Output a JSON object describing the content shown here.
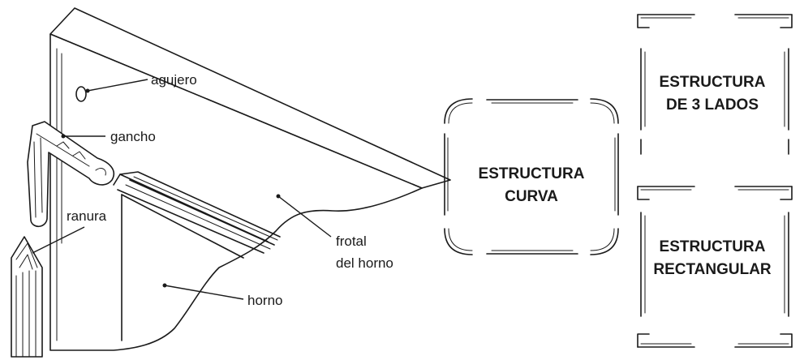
{
  "labels": {
    "hole": "agujero",
    "hook": "gancho",
    "groove": "ranura",
    "oven_front_line1": "frotal",
    "oven_front_line2": "del horno",
    "oven": "horno"
  },
  "frames": {
    "curved": {
      "line1": "ESTRUCTURA",
      "line2": "CURVA"
    },
    "three_sided": {
      "line1": "ESTRUCTURA",
      "line2": "DE 3 LADOS"
    },
    "rectangular": {
      "line1": "ESTRUCTURA",
      "line2": "RECTANGULAR"
    }
  }
}
